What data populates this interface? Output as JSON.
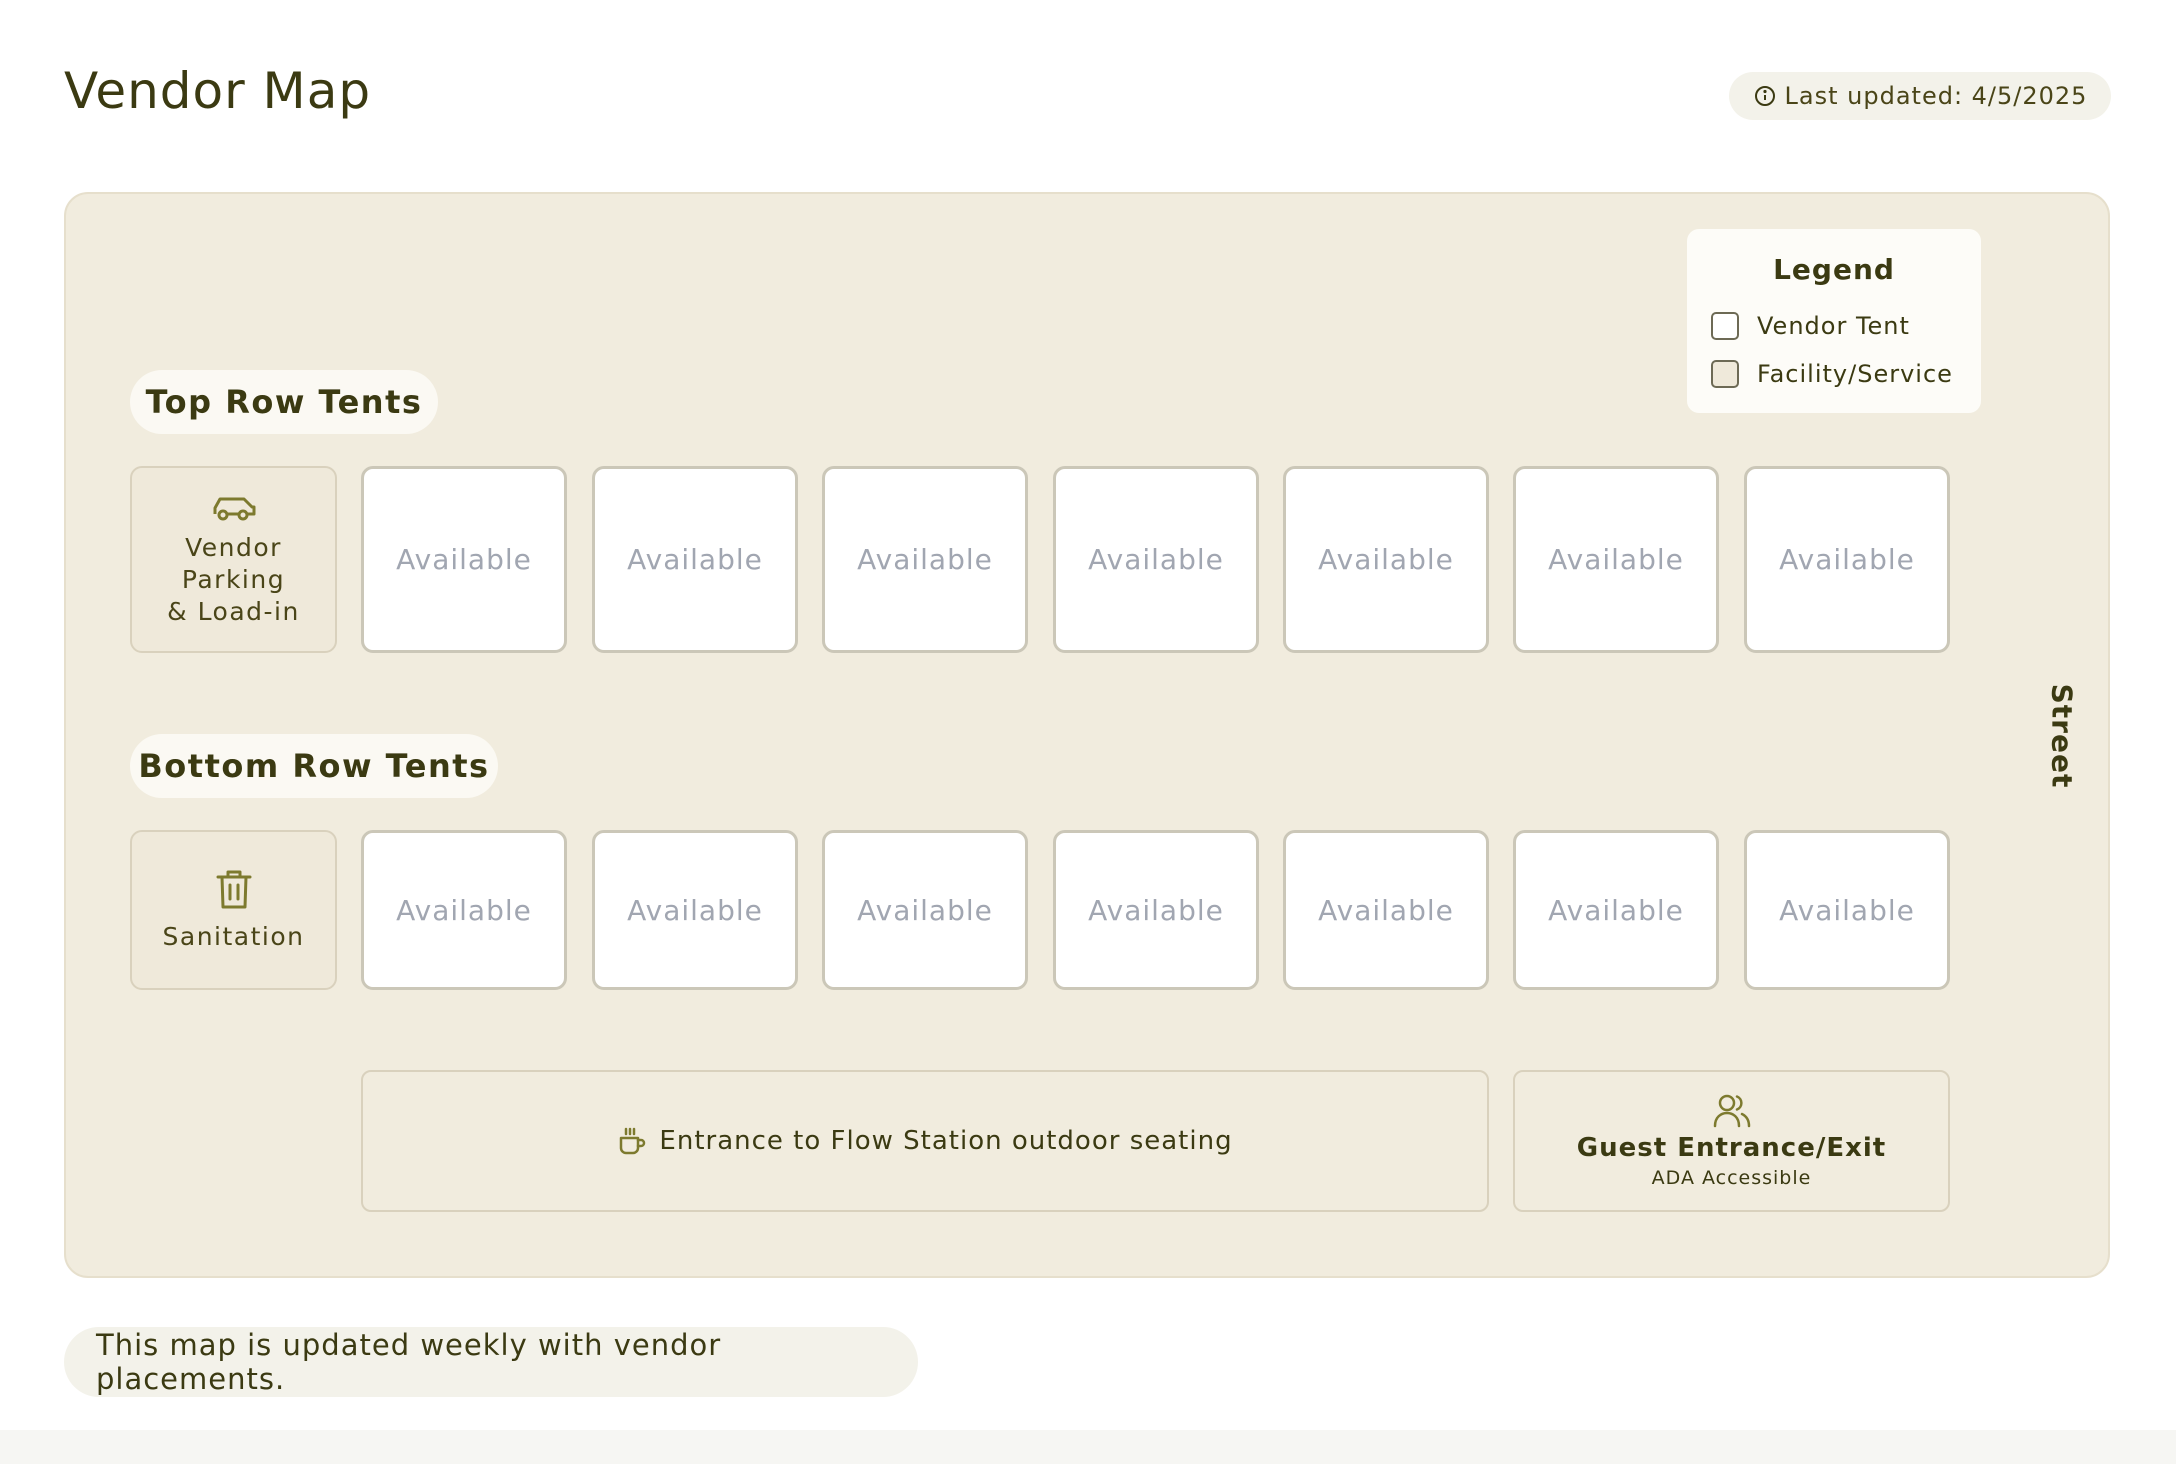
{
  "header": {
    "title": "Vendor Map",
    "last_updated": "Last updated: 4/5/2025",
    "info_icon": "info-circle-icon"
  },
  "legend": {
    "title": "Legend",
    "items": [
      {
        "label": "Vendor Tent",
        "swatch": "#ffffff"
      },
      {
        "label": "Facility/Service",
        "swatch": "#efe9da"
      }
    ]
  },
  "top_row": {
    "label": "Top Row Tents",
    "facility": {
      "icon": "car-icon",
      "lines": [
        "Vendor",
        "Parking",
        "& Load-in"
      ]
    },
    "tents": [
      "Available",
      "Available",
      "Available",
      "Available",
      "Available",
      "Available",
      "Available"
    ]
  },
  "bottom_row": {
    "label": "Bottom Row Tents",
    "facility": {
      "icon": "trash-icon",
      "label": "Sanitation"
    },
    "tents": [
      "Available",
      "Available",
      "Available",
      "Available",
      "Available",
      "Available",
      "Available"
    ]
  },
  "entrance": {
    "icon": "coffee-cup-icon",
    "label": "Entrance to Flow Station outdoor seating"
  },
  "guest_entrance": {
    "icon": "users-icon",
    "title": "Guest Entrance/Exit",
    "subtitle": "ADA Accessible"
  },
  "street_label": "Street",
  "footer": {
    "note": "This map is updated weekly with vendor placements."
  },
  "colors": {
    "map_background": "#f1ecde",
    "text": "#3b3a12",
    "accent": "#7d7a2e",
    "vendor_tile": "#ffffff",
    "facility_tile": "#efe9da",
    "available_text": "#a1a6b1"
  }
}
